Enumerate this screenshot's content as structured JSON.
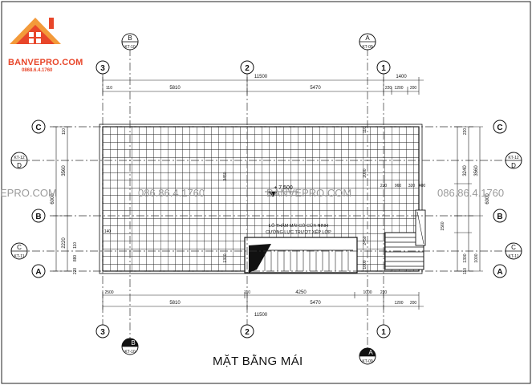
{
  "logo": {
    "name": "BANVEPRO.COM",
    "phone": "0868.6.4.1760",
    "colors": {
      "roof_dark": "#e8462a",
      "roof_light": "#f39a3a"
    }
  },
  "drawing": {
    "title": "MẶT BẰNG MÁI",
    "level_mark": "+ 7.500",
    "note_line1": "LỖ THĂM MÁI CÓ CỬA NINH",
    "note_line2": "CƯỜNG LỰC TRƯỢT XẾP LỚP",
    "watermarks": {
      "left": "EPRO.COM",
      "mid_phone": "086.86.4.1760",
      "mid_site": "BANVEPRO.COM",
      "right_phone": "086.86.4.1760"
    },
    "axes": {
      "ax3": "3",
      "ax2": "2",
      "ax1": "1",
      "axC": "C",
      "axB": "B",
      "axA": "A"
    },
    "sections": {
      "b_letter": "B",
      "b_ref": "KT-10",
      "a_letter": "A",
      "a_ref": "KT-09",
      "c_letter": "C",
      "c_ref": "KT-11",
      "d_letter": "D",
      "d_ref": "KT-12"
    },
    "dims_top": {
      "total": "11500",
      "d5810": "5810",
      "d5470": "5470",
      "d1400": "1400",
      "d110": "110",
      "d1200": "1200",
      "d200": "200",
      "d220": "220"
    },
    "dims_bottom": {
      "total": "11500",
      "d5810": "5810",
      "d5470": "5470",
      "d4250": "4250",
      "d1000": "1000",
      "d220": "220",
      "d1200": "1200",
      "d200": "200",
      "d110": "110",
      "d2500": "2500"
    },
    "dims_left": {
      "d3560": "3560",
      "d2220": "2220",
      "d6000": "6000",
      "d110": "110",
      "d110b": "110",
      "d880": "880",
      "d220": "220",
      "d140": "140"
    },
    "dims_right": {
      "d3560": "3560",
      "d3240": "3240",
      "d6000": "6000",
      "d1300": "1300",
      "d1000": "1000",
      "d220": "220",
      "d1560": "1560",
      "d110": "110"
    },
    "dims_inner": {
      "d3450": "3450",
      "d2000": "2000",
      "d2450": "2450",
      "d1300": "1300",
      "d220": "220",
      "d960": "960",
      "d320": "320",
      "d400": "400",
      "d110": "110",
      "d1000": "1000"
    }
  }
}
